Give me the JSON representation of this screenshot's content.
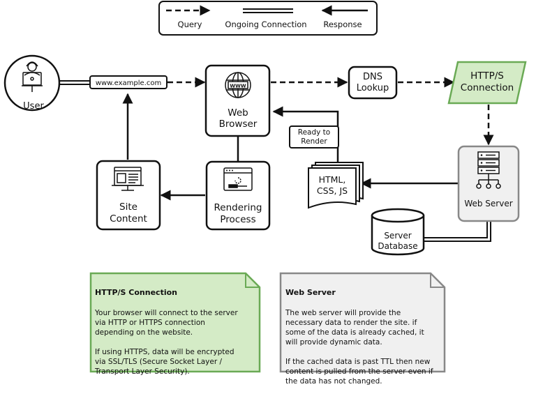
{
  "legend": {
    "query": "Query",
    "ongoing": "Ongoing Connection",
    "response": "Response"
  },
  "nodes": {
    "user": "User",
    "url": "www.example.com",
    "browser_line1": "Web",
    "browser_line2": "Browser",
    "dns_line1": "DNS",
    "dns_line2": "Lookup",
    "https_line1": "HTTP/S",
    "https_line2": "Connection",
    "ready_line1": "Ready to",
    "ready_line2": "Render",
    "files_line1": "HTML,",
    "files_line2": "CSS, JS",
    "web_server": "Web Server",
    "site_line1": "Site",
    "site_line2": "Content",
    "render_line1": "Rendering",
    "render_line2": "Process",
    "db_line1": "Server",
    "db_line2": "Database"
  },
  "notes": {
    "https": {
      "title": "HTTP/S Connection",
      "body": "Your browser will connect to the server\nvia HTTP or HTTPS connection\ndepending on the website.\n\nIf using HTTPS, data will be encrypted\nvia SSL/TLS (Secure Socket Layer /\nTransport Layer Security)."
    },
    "web_server": {
      "title": "Web Server",
      "body": "The web server will provide the\nnecessary data to render the site. if\nsome of the data is already cached, it\nwill provide dynamic data.\n\nIf the cached data is past TTL then new\ncontent is pulled from the server even if\nthe data has not changed."
    }
  },
  "colors": {
    "green_fill": "#d4ebc6",
    "green_stroke": "#6aaa55",
    "gray_fill": "#f0f0f0",
    "gray_stroke": "#888888"
  }
}
